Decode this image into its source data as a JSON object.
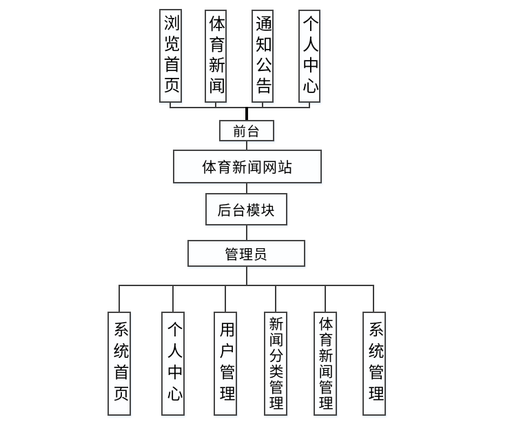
{
  "diagram": {
    "type": "hierarchy-structure-chart",
    "frontend": {
      "modules": [
        "浏览首页",
        "体育新闻",
        "通知公告",
        "个人中心"
      ],
      "node_label": "前台"
    },
    "root_label": "体育新闻网站",
    "backend": {
      "node_label": "后台模块",
      "role_label": "管理员",
      "modules": [
        "系统首页",
        "个人中心",
        "用户管理",
        "新闻分类管理",
        "体育新闻管理",
        "系统管理"
      ]
    },
    "colors": {
      "background": "#ffffff",
      "box_fill": "#fdfeff",
      "box_border": "#454545",
      "line": "#3d3d3d",
      "thick_line": "#0a0a0a",
      "text": "#000000"
    }
  }
}
